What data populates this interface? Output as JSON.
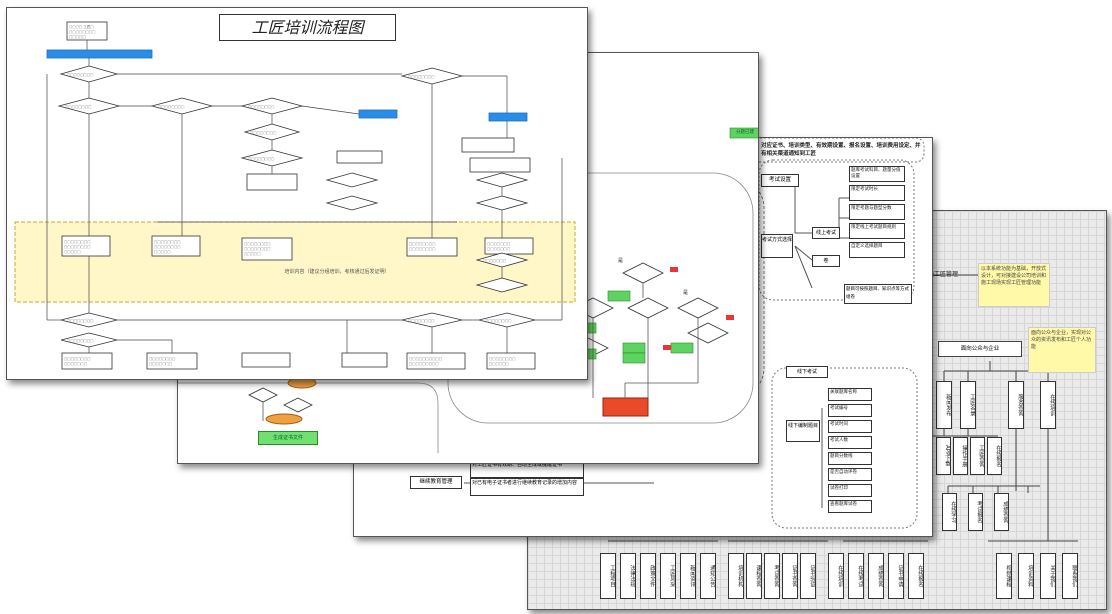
{
  "sheet1": {
    "title": "工匠培训流程图",
    "band_note": "培训内容（建议分组培训，考核通过后发证明）"
  },
  "sheet2": {
    "badge": "分题已建",
    "labels": {
      "yes1": "是",
      "yes2": "是"
    },
    "bottom_button": "生成证书文件"
  },
  "sheet3": {
    "header_text": "对应证书、培训类型、有效期设置、报名设置、培训费用设定、并有相关渠道通知到工匠",
    "exam_setting": "考试设置",
    "exam_type": "考试方式选择",
    "online_exam": "线上考试",
    "offline_exam": "线下考试",
    "paper": "卷",
    "online_options": [
      "题库考试科目、题量分值设置",
      "限定考试时长",
      "限定考题与题型分数",
      "限定线上考试题目规则",
      "自定义选择题目"
    ],
    "offline_group": "线下编制题目",
    "offline_options": [
      "关联题库名称",
      "考试编号",
      "考试时间",
      "考试人数",
      "题目分数线",
      "是否自动评卷",
      "试卷打印",
      "查看题库试卷"
    ],
    "mode_note": "题目可按照题目、知识点等方式组卷",
    "continue_edu": "继续教育管理",
    "edu_note1": "对工匠证书有效期、自动生成或提醒证书",
    "edu_note2": "对已有电子证书者进行继续教育记录的增加内容"
  },
  "sheet4": {
    "top_node": "施工匠管理",
    "note1": "以本系统功能为基础，开放式设计，可对接建设公司培训和施工现场实现工匠管理功能",
    "note2": "面向公众与企业，实现对公众的资讯发布和工匠个人功能",
    "mid_node": "面向公众与企业",
    "branches": [
      "新闻发布",
      "工匠名录",
      "服务查询",
      "在线培训"
    ],
    "leaf_a": [
      "APP下载",
      "操作手册",
      "工匠查询",
      "在线报名"
    ],
    "leaf_b": [
      "在线学习",
      "考试报名",
      "成绩查询"
    ],
    "bottom_left": [
      "工程项目",
      "法律法规",
      "政策文件",
      "工匠风采",
      "新闻资讯",
      "通知公告"
    ],
    "bottom_mid": [
      "培训机构",
      "课程查询",
      "考试查询",
      "证书查询",
      "证书验证"
    ],
    "bottom_mid2": [
      "在线培训",
      "在线考试",
      "成绩查询",
      "证书申请",
      "在线报名"
    ],
    "bottom_right": [
      "视频课程",
      "培训资料",
      "关于我们",
      "联系我们"
    ]
  }
}
